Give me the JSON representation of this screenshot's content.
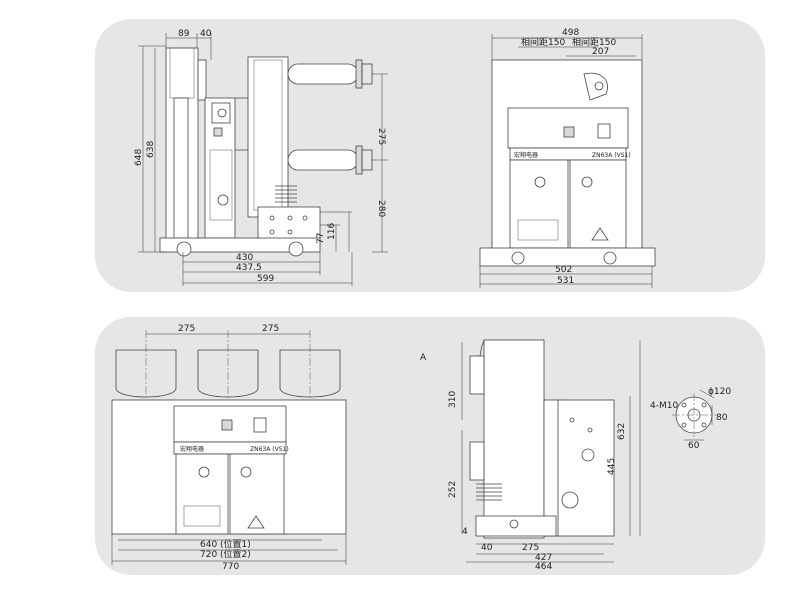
{
  "side_view": {
    "dims": {
      "top_89": "89",
      "top_40": "40",
      "height_648": "648",
      "height_638": "638",
      "h_275": "275",
      "h_280": "280",
      "h_77": "77",
      "h_116": "116",
      "w_430": "430",
      "w_437": "437.5",
      "w_599": "599"
    }
  },
  "front_view": {
    "dims": {
      "w_498": "498",
      "phase_a": "相间距150",
      "phase_b": "相间距150",
      "w_207": "207",
      "w_502": "502",
      "w_531": "531"
    },
    "brand": "宏翔电器",
    "model": "ZN63A (VS1)"
  },
  "front_view_2": {
    "dims": {
      "top_275a": "275",
      "top_275b": "275",
      "w_640": "640 (位置1)",
      "w_720": "720 (位置2)",
      "w_770": "770"
    },
    "brand": "宏翔电器",
    "model": "ZN63A (VS1)"
  },
  "side_view_2": {
    "label_a": "A",
    "dims": {
      "h_310": "310",
      "h_252": "252",
      "h_632": "632",
      "h_445": "445",
      "small_4": "4",
      "w_40": "40",
      "w_275": "275",
      "w_427": "427",
      "w_464": "464"
    }
  },
  "detail": {
    "bolt": "4-M10",
    "dia": "ϕ120",
    "d80": "80",
    "d60": "60"
  }
}
